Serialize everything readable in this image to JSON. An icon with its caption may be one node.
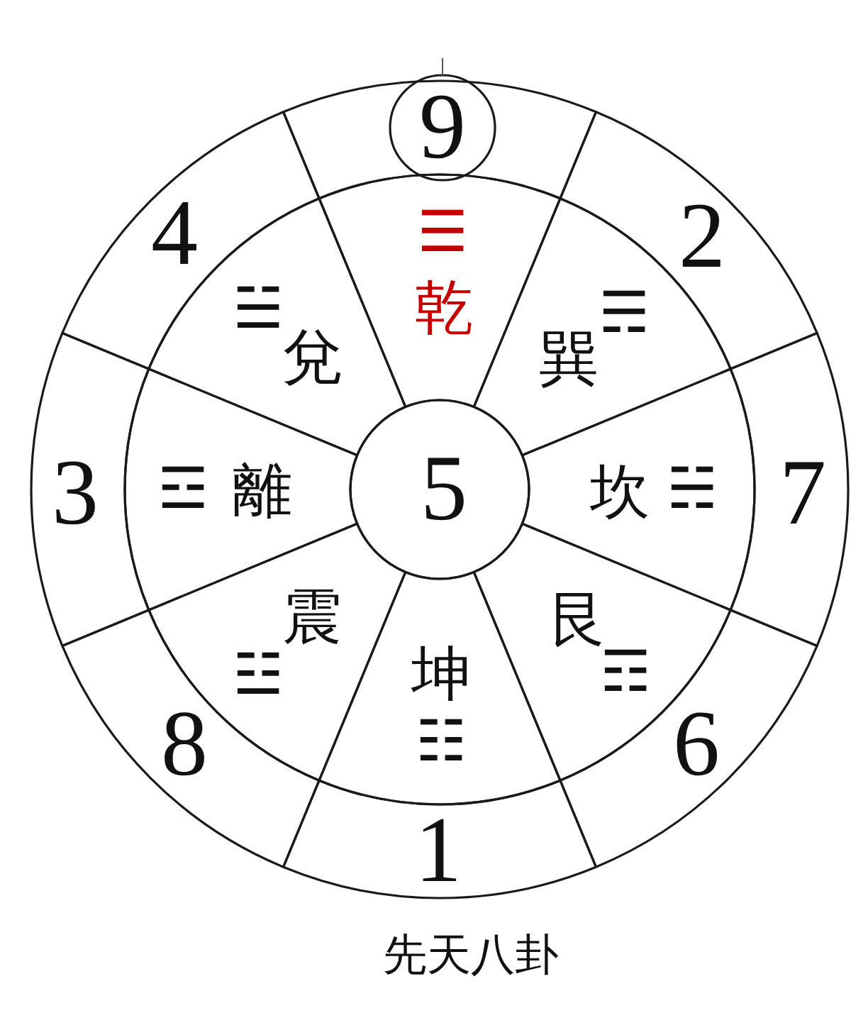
{
  "diagram": {
    "caption": "先天八卦",
    "nodes": [
      {
        "text": [
          "9"
        ]
      },
      {
        "text": [
          "2"
        ]
      },
      {
        "text": [
          "7"
        ]
      },
      {
        "text": [
          "6"
        ]
      },
      {
        "text": [
          "1"
        ]
      },
      {
        "text": [
          "8"
        ]
      },
      {
        "text": [
          "3"
        ]
      },
      {
        "text": [
          "4"
        ]
      },
      {
        "text": [
          "☰",
          "乾"
        ]
      },
      {
        "text": [
          "☴",
          "巽"
        ]
      },
      {
        "text": [
          "坎",
          "☵"
        ]
      },
      {
        "text": [
          "艮",
          "☶"
        ]
      },
      {
        "text": [
          "坤",
          "☷"
        ]
      },
      {
        "text": [
          "震",
          "☳"
        ]
      },
      {
        "text": [
          "☲",
          "離"
        ]
      },
      {
        "text": [
          "☱",
          "兌"
        ]
      },
      {
        "text": [
          "5"
        ]
      }
    ]
  }
}
